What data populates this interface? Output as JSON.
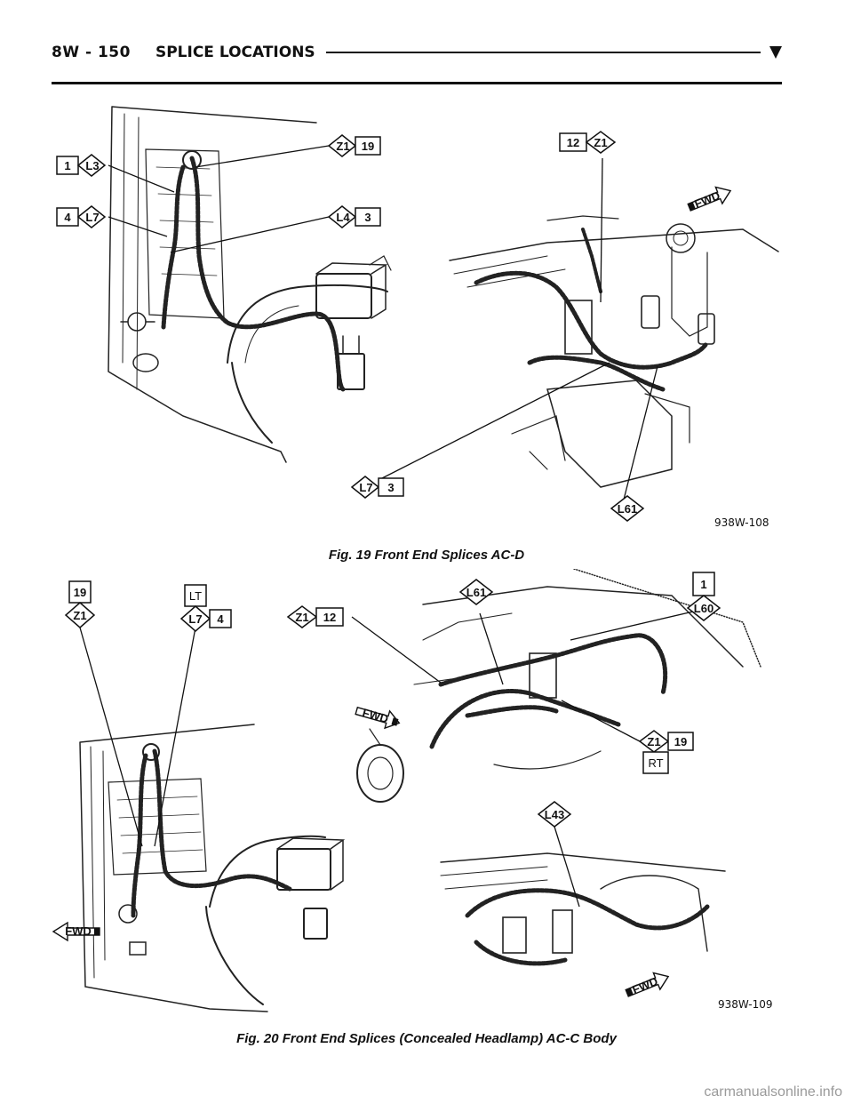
{
  "header": {
    "page_id": "8W - 150",
    "section_title": "SPLICE LOCATIONS"
  },
  "figure19": {
    "caption": "Fig. 19 Front End Splices AC-D",
    "figure_number": "938W-108",
    "callouts": {
      "c1": {
        "num": "1",
        "code": "L3"
      },
      "c2": {
        "num": "4",
        "code": "L7"
      },
      "c3": {
        "code": "Z1",
        "num": "19"
      },
      "c4": {
        "code": "L4",
        "num": "3"
      },
      "c5": {
        "num": "12",
        "code": "Z1"
      },
      "c6": {
        "code": "L7",
        "num": "3"
      },
      "c7": {
        "code": "L61"
      }
    },
    "fwd_label": "FWD"
  },
  "figure20": {
    "caption": "Fig. 20 Front End Splices (Concealed Headlamp) AC-C Body",
    "figure_number": "938W-109",
    "callouts": {
      "c1": {
        "num": "19",
        "code": "Z1"
      },
      "c2": {
        "top": "LT",
        "code": "L7",
        "num": "4"
      },
      "c3": {
        "code": "Z1",
        "num": "12"
      },
      "c4": {
        "code": "L61"
      },
      "c5": {
        "num": "1",
        "code": "L60"
      },
      "c6": {
        "code": "Z1",
        "num": "19",
        "bottom": "RT"
      },
      "c7": {
        "code": "L43"
      }
    },
    "fwd_labels": {
      "a": "FWD",
      "b": "FWD",
      "c": "FWD"
    }
  },
  "footer": {
    "watermark": "carmanualsonline.info"
  }
}
